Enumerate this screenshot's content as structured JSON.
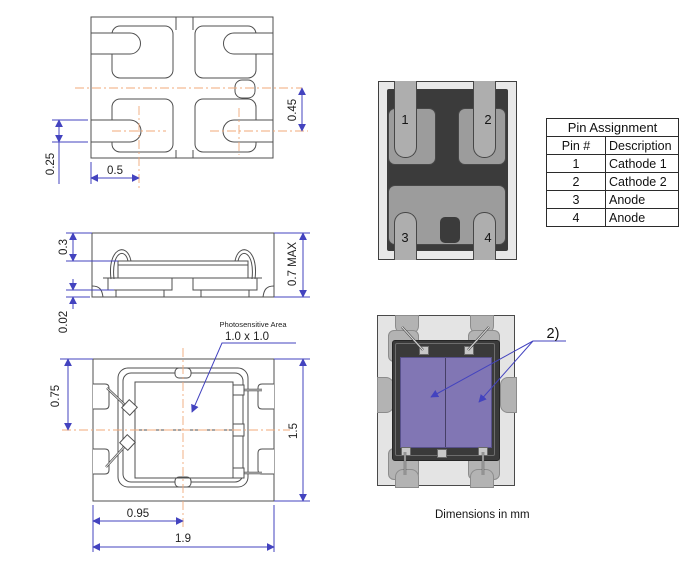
{
  "cad": {
    "top_view": {
      "dim_vertical_offset": "0.45",
      "dim_lead_width": "0.25",
      "dim_pad_center": "0.5"
    },
    "side_view": {
      "dim_top": "0.3",
      "dim_standoff": "0.02",
      "dim_max_height": "0.7 MAX"
    },
    "bottom_view": {
      "dim_upper_half": "0.75",
      "dim_height": "1.5",
      "dim_center": "0.95",
      "dim_width": "1.9"
    },
    "photosensitive": {
      "label": "Photosensitive Area",
      "size": "1.0 x 1.0"
    }
  },
  "package_bottom_render": {
    "pin_labels": [
      "1",
      "2",
      "3",
      "4"
    ]
  },
  "package_top_render": {
    "callout": "2)"
  },
  "pin_table": {
    "title": "Pin Assignment",
    "columns": [
      "Pin #",
      "Description"
    ],
    "rows": [
      {
        "pin": "1",
        "desc": "Cathode 1"
      },
      {
        "pin": "2",
        "desc": "Cathode 2"
      },
      {
        "pin": "3",
        "desc": "Anode"
      },
      {
        "pin": "4",
        "desc": "Anode"
      }
    ]
  },
  "note": "Dimensions in mm",
  "colors": {
    "dimension_blue": "#4343bf",
    "centerline_orange": "#f0a87a",
    "outline_gray": "#4f4f4f",
    "photodiode_purple": "#8176b4",
    "package_body_dark": "#3b3b3b",
    "pad_gray": "#9c9c9c",
    "package_light": "#e8e8e8"
  }
}
